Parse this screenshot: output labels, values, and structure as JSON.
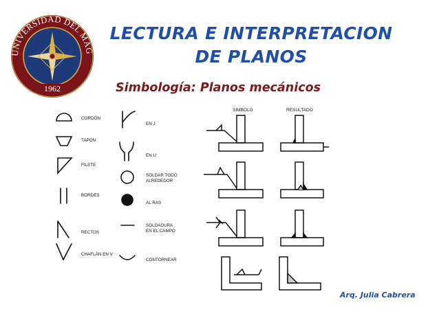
{
  "title": {
    "line1": "LECTURA E INTERPRETACION",
    "line2": "DE PLANOS"
  },
  "subtitle": "Simbología: Planos mecánicos",
  "logo": {
    "text": "UNIVERSIDAD DEL MAGDALENA",
    "year": "1962",
    "colors": {
      "ring": "#7a1418",
      "inner": "#1e3a78",
      "gold": "#d9b24a"
    }
  },
  "symbols": {
    "left_column": [
      {
        "label": "CORDÓN",
        "icon": "half-circle-icon"
      },
      {
        "label": "TAPÓN",
        "icon": "trapezoid-icon"
      },
      {
        "label": "FILETE",
        "icon": "triangle-icon"
      },
      {
        "label": "BORDES",
        "icon": "parallel-lines-icon"
      },
      {
        "label": "RECTOS",
        "icon": "bevel-icon"
      },
      {
        "label": "CHAFLÁN EN V",
        "icon": "v-icon"
      }
    ],
    "right_column": [
      {
        "label": "EN J",
        "icon": "j-groove-icon"
      },
      {
        "label": "EN U",
        "icon": "u-groove-icon"
      },
      {
        "label_line1": "SOLDAR TODO",
        "label_line2": "ALREDEDOR",
        "icon": "circle-icon"
      },
      {
        "label": "AL RAS",
        "icon": "filled-circle-icon"
      },
      {
        "label_line1": "SOLDADURA",
        "label_line2": "EN EL CAMPO",
        "icon": "dash-icon"
      },
      {
        "label": "CONTORNEAR",
        "icon": "arc-icon"
      }
    ]
  },
  "joints": {
    "header_symbol": "SIMBOLO",
    "header_result": "RESULTADO"
  },
  "author": "Arq. Julia Cabrera"
}
